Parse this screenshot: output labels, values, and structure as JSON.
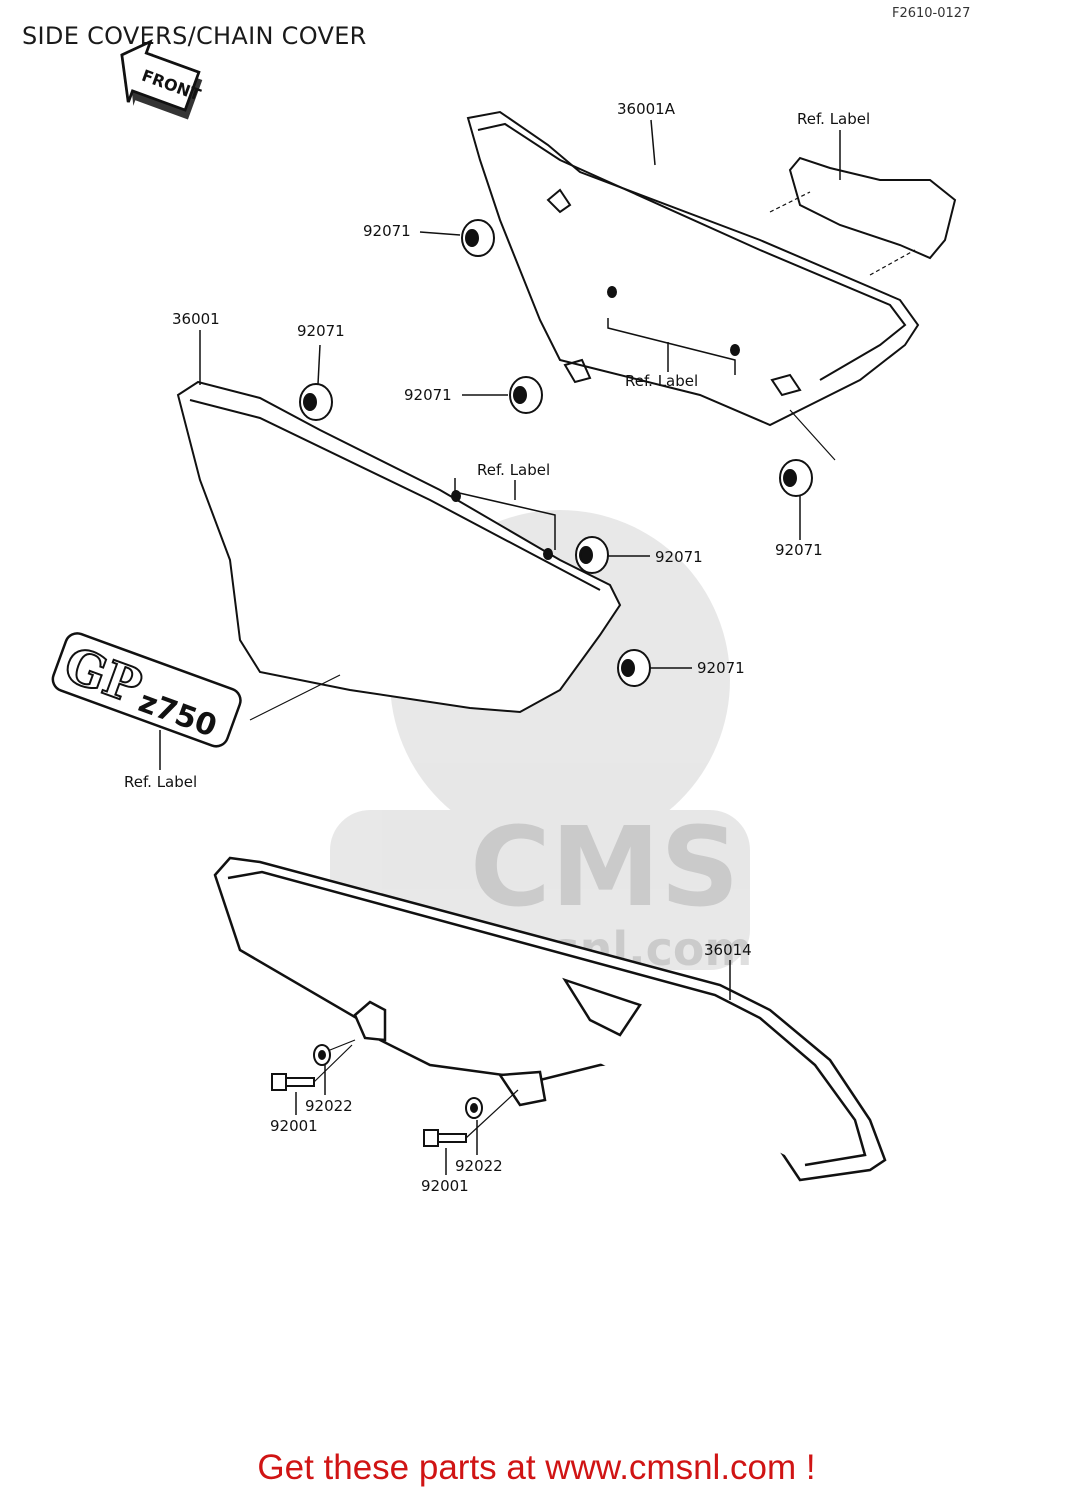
{
  "header": {
    "title": "SIDE COVERS/CHAIN COVER",
    "figure_code": "F2610-0127"
  },
  "front_arrow": {
    "label": "FRONT"
  },
  "parts": {
    "p36001A": "36001A",
    "p36001": "36001",
    "p36014": "36014",
    "p92071_a": "92071",
    "p92071_b": "92071",
    "p92071_c": "92071",
    "p92071_d": "92071",
    "p92071_e": "92071",
    "p92071_f": "92071",
    "p92022_a": "92022",
    "p92022_b": "92022",
    "p92001_a": "92001",
    "p92001_b": "92001"
  },
  "ref_labels": {
    "top_right": "Ref. Label",
    "middle": "Ref. Label",
    "center": "Ref. Label",
    "emblem": "Ref. Label"
  },
  "emblem": {
    "text_gp": "GP",
    "text_model": "z750"
  },
  "watermark": {
    "brand": "CMS",
    "url": "www.cmsnl.com"
  },
  "footer": {
    "cta": "Get these parts at www.cmsnl.com !"
  }
}
